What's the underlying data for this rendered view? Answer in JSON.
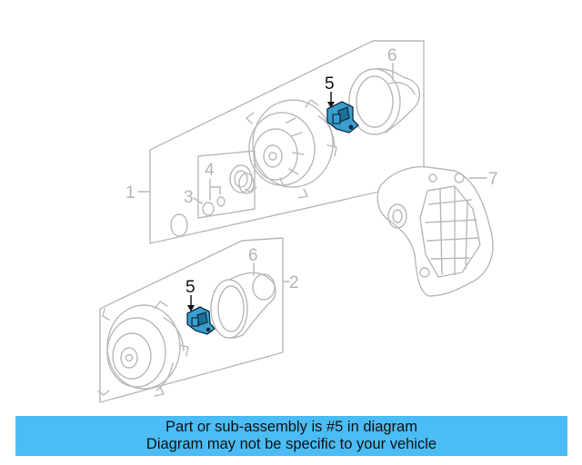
{
  "callouts": {
    "c1": "1",
    "c2": "2",
    "c3": "3",
    "c4": "4",
    "c5a": "5",
    "c5b": "5",
    "c6a": "6",
    "c6b": "6",
    "c7": "7"
  },
  "banner": {
    "line1": "Part or sub-assembly is #5 in diagram",
    "line2": "Diagram may not be specific to your vehicle"
  },
  "colors": {
    "highlight_part": "#3a9fcf",
    "banner_bg": "#4bbcf4",
    "line_gray": "#b9b9b9"
  }
}
